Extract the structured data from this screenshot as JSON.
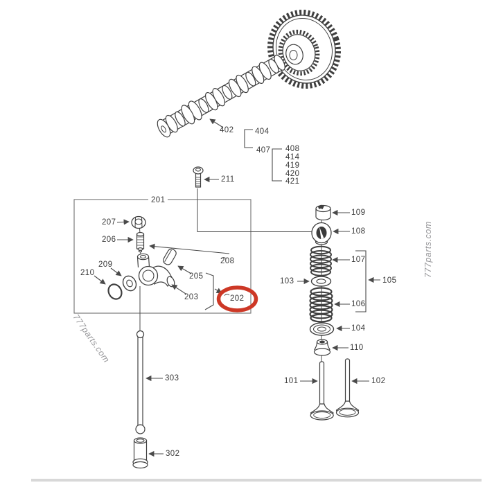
{
  "diagram": {
    "watermark_text": "777parts.com",
    "highlighted_label": "202",
    "box_group_label": "201",
    "colors": {
      "line": "#3f3f3f",
      "leader": "#4a4a4a",
      "box_border": "#707070",
      "highlight_red": "#cd3826",
      "watermark": "#98989b"
    },
    "labels": {
      "101": "101",
      "102": "102",
      "103": "103",
      "104": "104",
      "105": "105",
      "106": "106",
      "107": "107",
      "108": "108",
      "109": "109",
      "110": "110",
      "201": "201",
      "202": "202",
      "203": "203",
      "205": "205",
      "206": "206",
      "207": "207",
      "208": "208",
      "209": "209",
      "210": "210",
      "211": "211",
      "302": "302",
      "303": "303",
      "402": "402",
      "404": "404",
      "407": "407",
      "408": "408",
      "414": "414",
      "419": "419",
      "420": "420",
      "421": "421"
    }
  }
}
